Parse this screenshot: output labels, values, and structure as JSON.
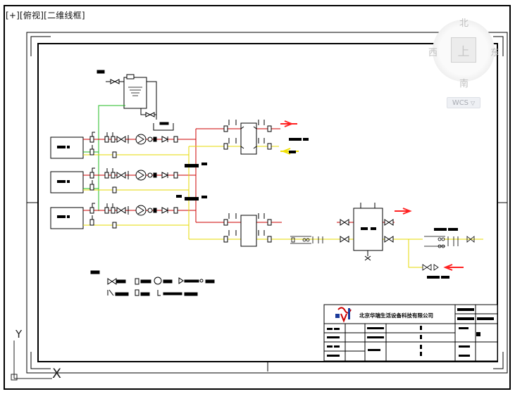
{
  "viewport": {
    "label": "[+][俯视][二维线框]"
  },
  "viewcube": {
    "north": "北",
    "south": "南",
    "west": "西",
    "east": "东",
    "top_face": "上",
    "coord_system": "WCS"
  },
  "ucs_icon": {
    "y_label": "Y",
    "x_label": "X"
  },
  "title_block": {
    "company_name": "北京华瑞生活设备科技有限公司"
  },
  "colors": {
    "background": "#ffffff",
    "supply_pipe": "#cc0000",
    "return_pipe": "#e6d800",
    "makeup_pipe": "#22bb22",
    "arrow_red": "#ff2020",
    "arrow_yellow": "#f0e000"
  }
}
